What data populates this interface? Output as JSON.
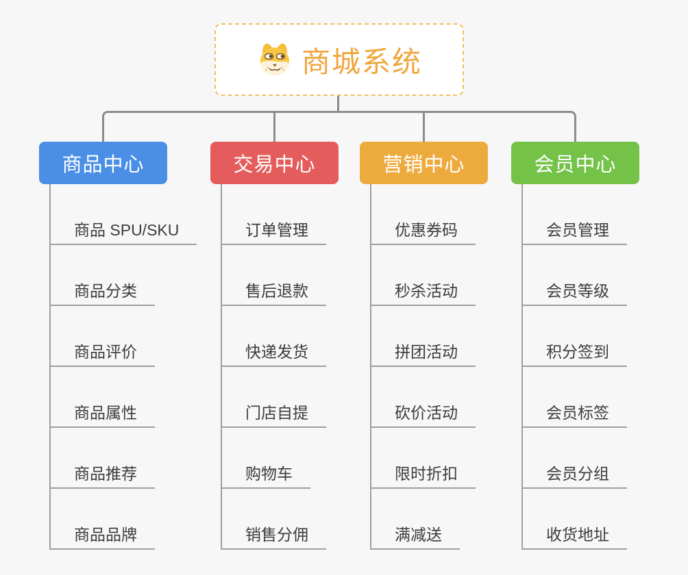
{
  "canvas": {
    "background": "#F7F7F7",
    "connector_color": "#8C8C8C",
    "underline_color": "#9E9E9E",
    "item_text_color": "#3C3C3C"
  },
  "root": {
    "title": "商城系统",
    "title_color": "#F0A73D",
    "border_color": "#F3BE62",
    "icon": "dog-face-icon"
  },
  "branches": [
    {
      "label": "商品中心",
      "color": "#4A8EE5",
      "children": [
        "商品 SPU/SKU",
        "商品分类",
        "商品评价",
        "商品属性",
        "商品推荐",
        "商品品牌"
      ]
    },
    {
      "label": "交易中心",
      "color": "#E55C5C",
      "children": [
        "订单管理",
        "售后退款",
        "快递发货",
        "门店自提",
        "购物车",
        "销售分佣"
      ]
    },
    {
      "label": "营销中心",
      "color": "#EDAB3E",
      "children": [
        "优惠券码",
        "秒杀活动",
        "拼团活动",
        "砍价活动",
        "限时折扣",
        "满减送"
      ]
    },
    {
      "label": "会员中心",
      "color": "#74C247",
      "children": [
        "会员管理",
        "会员等级",
        "积分签到",
        "会员标签",
        "会员分组",
        "收货地址"
      ]
    }
  ]
}
